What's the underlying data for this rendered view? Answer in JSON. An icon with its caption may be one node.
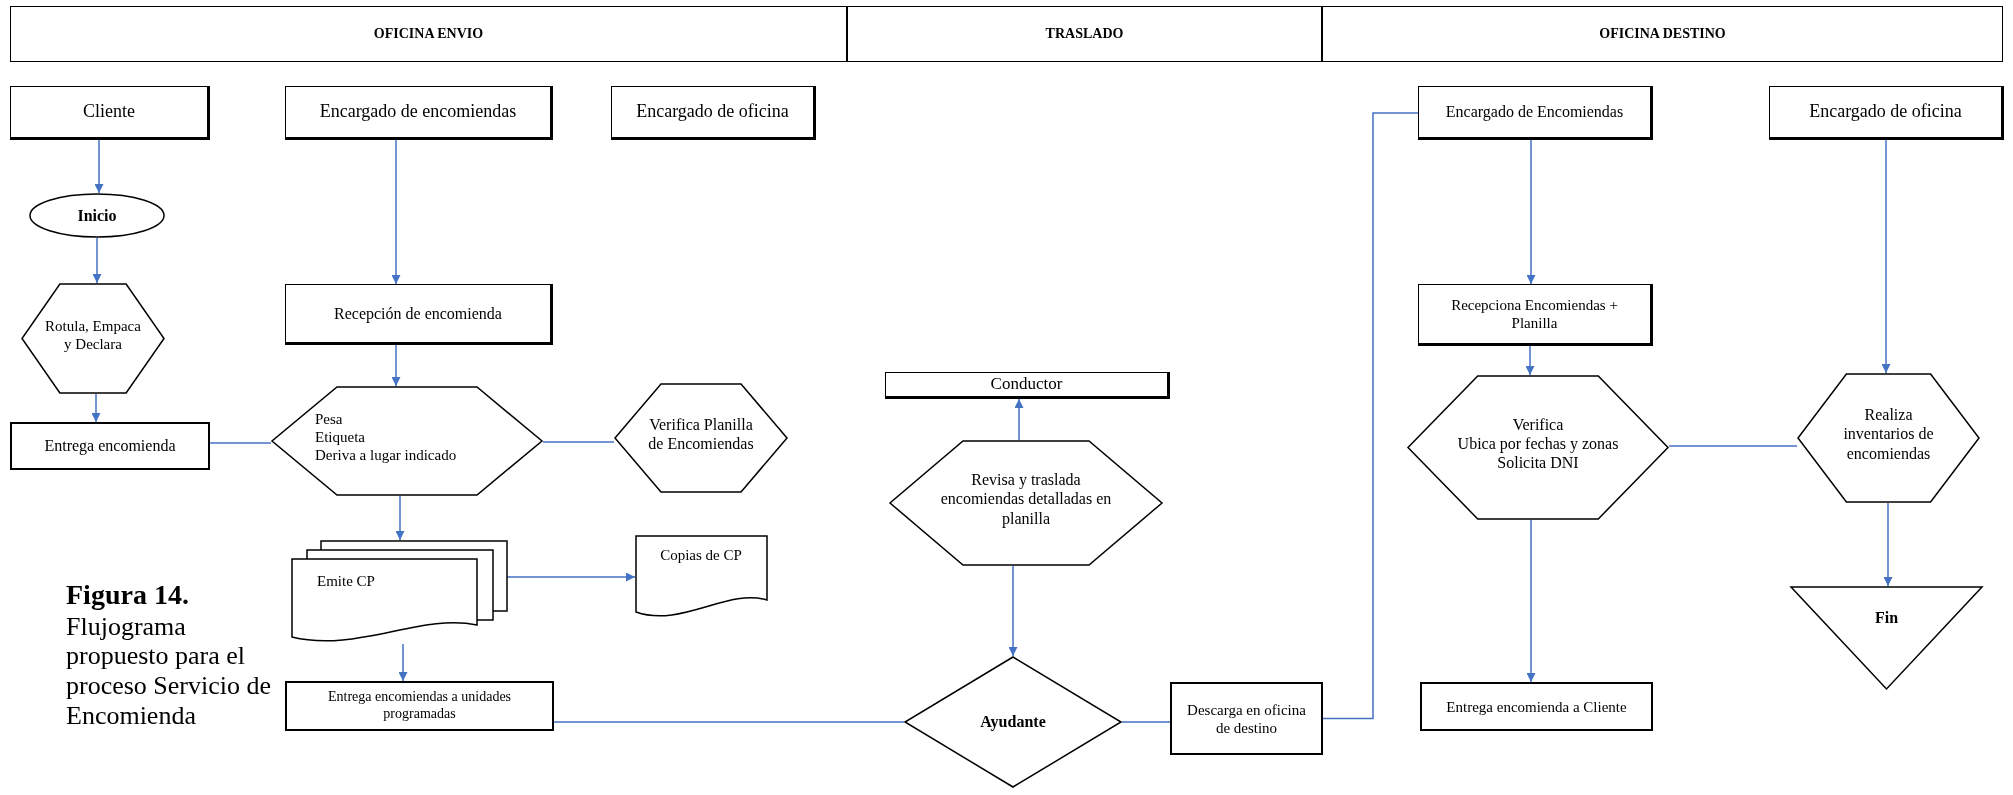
{
  "diagram": {
    "title": "Figura 14.",
    "caption": "Flujograma propuesto para el proceso Servicio de Encomienda",
    "nodes": [
      {
        "text": [
          "OFICINA ENVIO"
        ]
      },
      {
        "text": [
          "TRASLADO"
        ]
      },
      {
        "text": [
          "OFICINA DESTINO"
        ]
      },
      {
        "text": [
          "Cliente"
        ]
      },
      {
        "text": [
          "Encargado de encomiendas"
        ]
      },
      {
        "text": [
          "Encargado de oficina"
        ]
      },
      {
        "text": [
          "Encargado de Encomiendas"
        ]
      },
      {
        "text": [
          "Encargado de oficina"
        ]
      },
      {
        "text": [
          "Inicio"
        ]
      },
      {
        "text": [
          "Rotula, Empaca y Declara"
        ]
      },
      {
        "text": [
          "Recepción de encomienda"
        ]
      },
      {
        "text": [
          "Recepciona Encomiendas + Planilla"
        ]
      },
      {
        "text": [
          "Conductor"
        ]
      },
      {
        "text": [
          "Entrega encomienda"
        ]
      },
      {
        "text": [
          "Pesa",
          "Etiqueta",
          "Deriva a lugar indicado"
        ]
      },
      {
        "text": [
          "Verifica Planilla de Encomiendas"
        ]
      },
      {
        "text": [
          "Revisa y traslada encomiendas detalladas en planilla"
        ]
      },
      {
        "text": [
          "Verifica",
          "Ubica por fechas y zonas",
          "Solicita DNI"
        ]
      },
      {
        "text": [
          "Realiza inventarios de encomiendas"
        ]
      },
      {
        "text": [
          "Emite CP"
        ]
      },
      {
        "text": [
          "Copias de CP"
        ]
      },
      {
        "text": [
          "Fin"
        ]
      },
      {
        "text": [
          "Entrega encomiendas a unidades programadas"
        ]
      },
      {
        "text": [
          "Ayudante"
        ]
      },
      {
        "text": [
          "Descarga en oficina de destino"
        ]
      },
      {
        "text": [
          "Entrega encomienda a Cliente"
        ]
      }
    ],
    "edges": [
      {
        "from": 3,
        "to": 8,
        "arrow": "to"
      },
      {
        "from": 8,
        "to": 9,
        "arrow": "to"
      },
      {
        "from": 9,
        "to": 13,
        "arrow": "to"
      },
      {
        "from": 13,
        "to": 14,
        "arrow": "none"
      },
      {
        "from": 4,
        "to": 10,
        "arrow": "to"
      },
      {
        "from": 10,
        "to": 14,
        "arrow": "to"
      },
      {
        "from": 14,
        "to": 15,
        "arrow": "none"
      },
      {
        "from": 14,
        "to": 19,
        "arrow": "to"
      },
      {
        "from": 19,
        "to": 20,
        "arrow": "to"
      },
      {
        "from": 19,
        "to": 22,
        "arrow": "to"
      },
      {
        "from": 22,
        "to": 23,
        "arrow": "none"
      },
      {
        "from": 16,
        "to": 12,
        "arrow": "to"
      },
      {
        "from": 16,
        "to": 23,
        "arrow": "to"
      },
      {
        "from": 23,
        "to": 24,
        "arrow": "none"
      },
      {
        "from": 24,
        "to": 6,
        "arrow": "none"
      },
      {
        "from": 6,
        "to": 11,
        "arrow": "to"
      },
      {
        "from": 11,
        "to": 17,
        "arrow": "to"
      },
      {
        "from": 17,
        "to": 25,
        "arrow": "to"
      },
      {
        "from": 17,
        "to": 18,
        "arrow": "none"
      },
      {
        "from": 7,
        "to": 18,
        "arrow": "to"
      },
      {
        "from": 18,
        "to": 21,
        "arrow": "to"
      }
    ]
  }
}
